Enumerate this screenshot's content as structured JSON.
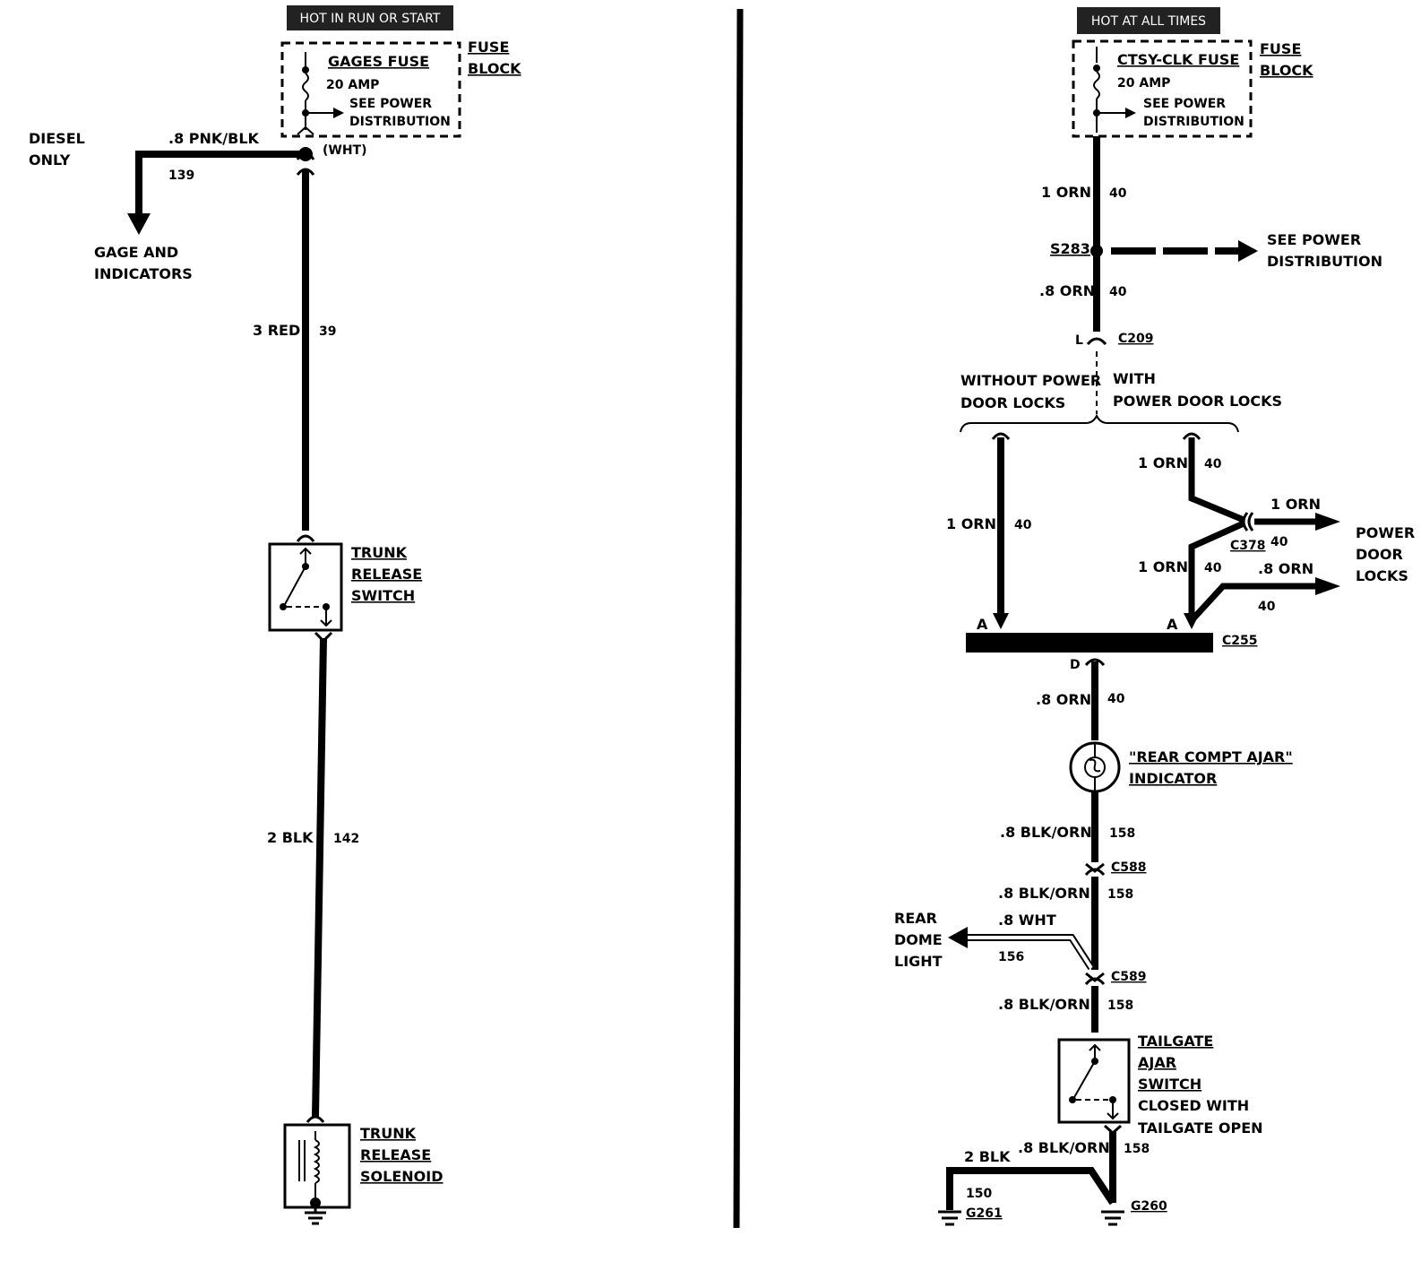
{
  "left": {
    "banner": "HOT IN RUN OR START",
    "fuse_block_label": [
      "FUSE",
      "BLOCK"
    ],
    "fuse_name": "GAGES FUSE",
    "fuse_amp": "20 AMP",
    "see_power": [
      "SEE POWER",
      "DISTRIBUTION"
    ],
    "connector_color": "(WHT)",
    "diesel_only": [
      "DIESEL",
      "ONLY"
    ],
    "branch_wire": ".8 PNK/BLK",
    "branch_circuit": "139",
    "gage_indicators": [
      "GAGE AND",
      "INDICATORS"
    ],
    "wire1_gauge": "3 RED",
    "wire1_circuit": "39",
    "switch_label": [
      "TRUNK",
      "RELEASE",
      "SWITCH"
    ],
    "wire2_gauge": "2 BLK",
    "wire2_circuit": "142",
    "solenoid_label": [
      "TRUNK",
      "RELEASE",
      "SOLENOID"
    ]
  },
  "right": {
    "banner": "HOT AT ALL TIMES",
    "fuse_block_label": [
      "FUSE",
      "BLOCK"
    ],
    "fuse_name": "CTSY-CLK FUSE",
    "fuse_amp": "20 AMP",
    "see_power": [
      "SEE POWER",
      "DISTRIBUTION"
    ],
    "w1_gauge": "1 ORN",
    "w1_circuit": "40",
    "splice": "S283",
    "splice_see_power": [
      "SEE POWER",
      "DISTRIBUTION"
    ],
    "w2_gauge": ".8 ORN",
    "w2_circuit": "40",
    "c209_pin": "L",
    "c209": "C209",
    "without_pdl": [
      "WITHOUT POWER",
      "DOOR LOCKS"
    ],
    "with_pdl": [
      "WITH",
      "POWER DOOR LOCKS"
    ],
    "left_branch_gauge": "1 ORN",
    "left_branch_circuit": "40",
    "rb_top_gauge": "1 ORN",
    "rb_top_circuit": "40",
    "c378": "C378",
    "c378_circuit": "40",
    "pdl_out1_gauge": "1 ORN",
    "rb_bot_gauge": "1 ORN",
    "rb_bot_circuit": "40",
    "pdl_out2_gauge": ".8 ORN",
    "pdl_out2_circuit": "40",
    "power_door_locks": [
      "POWER",
      "DOOR",
      "LOCKS"
    ],
    "pin_a": "A",
    "c255": "C255",
    "pin_d": "D",
    "w3_gauge": ".8 ORN",
    "w3_circuit": "40",
    "indicator_label": [
      "\"REAR COMPT AJAR\"",
      "INDICATOR"
    ],
    "w4_gauge": ".8 BLK/ORN",
    "w4_circuit": "158",
    "c588": "C588",
    "w5_gauge": ".8 BLK/ORN",
    "w5_circuit": "158",
    "rear_dome": [
      "REAR",
      "DOME",
      "LIGHT"
    ],
    "dome_gauge": ".8 WHT",
    "dome_circuit": "156",
    "c589": "C589",
    "w6_gauge": ".8 BLK/ORN",
    "w6_circuit": "158",
    "tailgate_label": [
      "TAILGATE",
      "AJAR",
      "SWITCH",
      "CLOSED WITH",
      "TAILGATE OPEN"
    ],
    "w7_gauge": ".8 BLK/ORN",
    "w7_circuit": "158",
    "gnd_wire_gauge": "2 BLK",
    "gnd_wire_circuit": "150",
    "g261": "G261",
    "g260": "G260"
  }
}
